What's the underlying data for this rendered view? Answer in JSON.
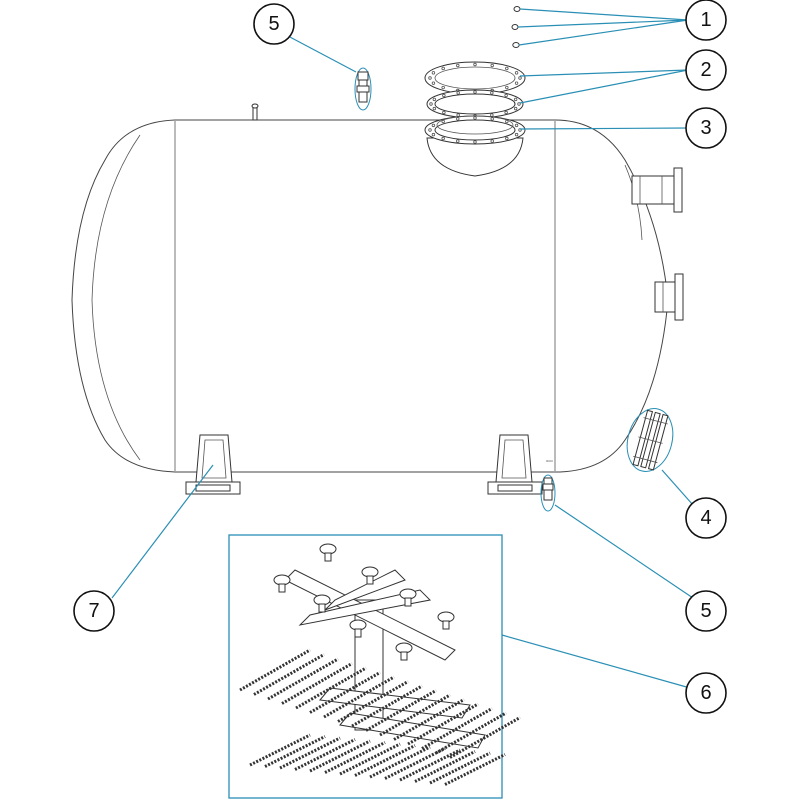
{
  "diagram": {
    "accent_color": "#2a8fb5",
    "line_color": "#444444",
    "callouts": [
      {
        "id": "c1",
        "label": "1"
      },
      {
        "id": "c2",
        "label": "2"
      },
      {
        "id": "c3",
        "label": "3"
      },
      {
        "id": "c4",
        "label": "4"
      },
      {
        "id": "c5a",
        "label": "5"
      },
      {
        "id": "c5b",
        "label": "5"
      },
      {
        "id": "c6",
        "label": "6"
      },
      {
        "id": "c7",
        "label": "7"
      }
    ]
  }
}
